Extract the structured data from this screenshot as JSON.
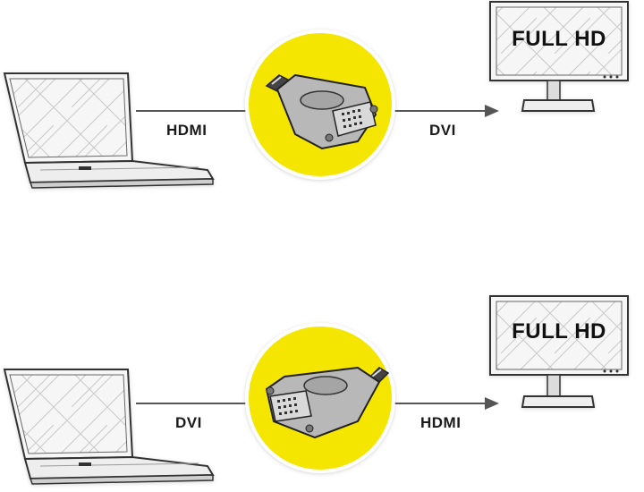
{
  "colors": {
    "accent": "#f4e600",
    "line": "#555555",
    "outline": "#333333"
  },
  "top": {
    "input_label": "HDMI",
    "output_label": "DVI",
    "screen_text": "FULL HD",
    "adapter_icon": "hdmi-to-dvi-adapter-icon"
  },
  "bottom": {
    "input_label": "DVI",
    "output_label": "HDMI",
    "screen_text": "FULL HD",
    "adapter_icon": "dvi-to-hdmi-adapter-icon"
  }
}
